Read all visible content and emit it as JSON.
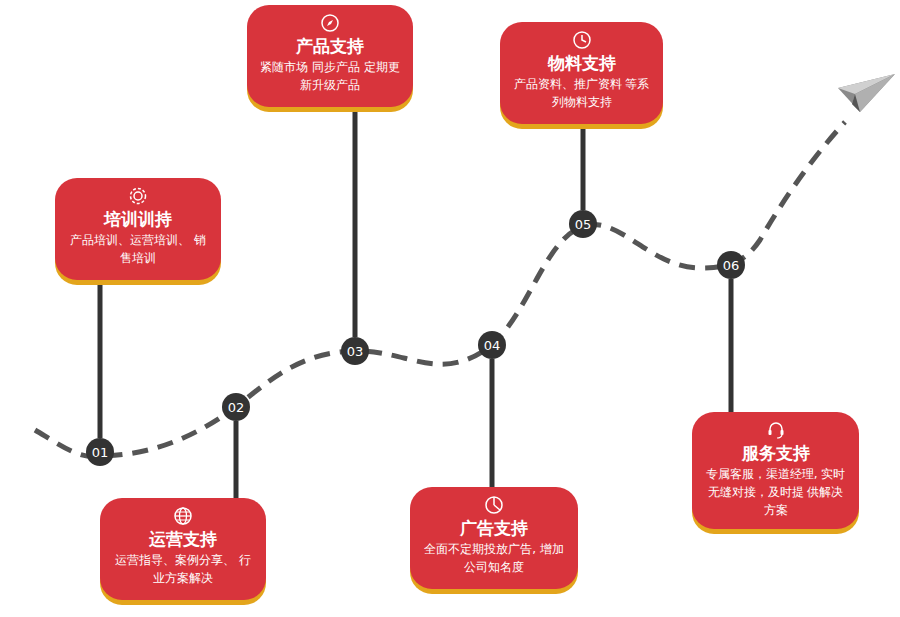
{
  "diagram": {
    "nodes": [
      {
        "text": [
          "培训训持",
          "产品培训、运营培训、 销售培训"
        ]
      },
      {
        "text": [
          "运营支持",
          "运营指导、案例分享、 行业方案解决"
        ]
      },
      {
        "text": [
          "产品支持",
          "紧随市场 同步产品 定期更新升级产品"
        ]
      },
      {
        "text": [
          "广告支持",
          "全面不定期投放广告, 增加公司知名度"
        ]
      },
      {
        "text": [
          "物料支持",
          "产品资料、推广资料 等系列物料支持"
        ]
      },
      {
        "text": [
          "服务支持",
          "专属客服，渠道经理, 实时无缝对接，及时提 供解决方案"
        ]
      },
      {
        "text": [
          "01"
        ]
      },
      {
        "text": [
          "02"
        ]
      },
      {
        "text": [
          "03"
        ]
      },
      {
        "text": [
          "04"
        ]
      },
      {
        "text": [
          "05"
        ]
      },
      {
        "text": [
          "06"
        ]
      }
    ],
    "edges": [
      {
        "from": 0,
        "to": 6,
        "arrow": "none"
      },
      {
        "from": 1,
        "to": 7,
        "arrow": "none"
      },
      {
        "from": 2,
        "to": 8,
        "arrow": "none"
      },
      {
        "from": 3,
        "to": 9,
        "arrow": "none"
      },
      {
        "from": 4,
        "to": 10,
        "arrow": "none"
      },
      {
        "from": 5,
        "to": 11,
        "arrow": "none"
      }
    ]
  }
}
